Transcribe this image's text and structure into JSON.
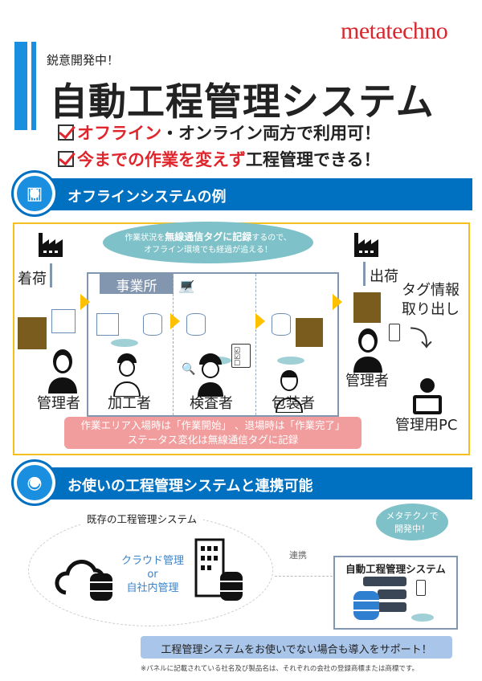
{
  "brand": {
    "logo": "metatechno",
    "color": "#d8282f"
  },
  "header": {
    "subtitle": "鋭意開発中！",
    "title": "自動工程管理システム",
    "checks": [
      {
        "highlight": "オフライン",
        "rest": "・オンライン両方で利用可！"
      },
      {
        "highlight": "今までの作業を変えず",
        "rest": "工程管理できる！"
      }
    ]
  },
  "section1": {
    "title": "オフラインシステムの例",
    "bubble": {
      "line1_pre": "作業状況を",
      "line1_bold": "無線通信タグに記録",
      "line1_post": "するので、",
      "line2": "オフライン環境でも経過が追える！"
    },
    "office_label": "事業所",
    "inbound": "着荷",
    "outbound": "出荷",
    "tag_info": [
      "タグ情報",
      "取り出し"
    ],
    "roles": {
      "manager_left": "管理者",
      "worker": "加工者",
      "inspector": "検査者",
      "packer": "包装者",
      "manager_right": "管理者",
      "pc": "管理用PC"
    },
    "note": [
      "作業エリア入場時は「作業開始」 、退場時は「作業完了」",
      "ステータス変化は無線通信タグに記録"
    ]
  },
  "section2": {
    "title": "お使いの工程管理システムと連携可能",
    "existing_label": "既存の工程管理システム",
    "cloud_text": [
      "クラウド管理",
      "or",
      "自社内管理"
    ],
    "link_label": "連携",
    "system_label": "自動工程管理システム",
    "bubble": [
      "メタテクノで",
      "開発中！"
    ],
    "support": "工程管理システムをお使いでない場合も導入をサポート！",
    "footnote": "※パネルに記載されている社名及び製品名は、それぞれの会社の登録商標または商標です。"
  },
  "colors": {
    "accent": "#0070c0",
    "highlight": "#e0262d",
    "frame": "#f5c01e",
    "note_bg": "#f19d9d",
    "bubble": "#7fc1c8"
  }
}
